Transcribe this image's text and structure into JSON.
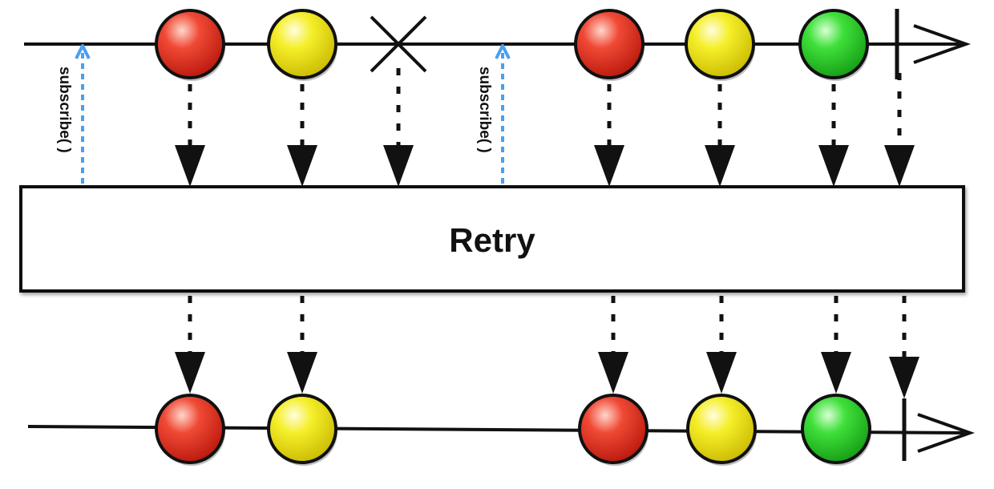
{
  "operator": {
    "label": "Retry"
  },
  "subscribe_label": "subscribe( )",
  "colors": {
    "red": "#e8241a",
    "yellow": "#f2ea12",
    "green": "#2ed62a",
    "subscribe_arrow": "#4a9ff0",
    "line": "#111111"
  },
  "source_events": [
    {
      "kind": "subscribe"
    },
    {
      "kind": "item",
      "color": "red"
    },
    {
      "kind": "item",
      "color": "yellow"
    },
    {
      "kind": "error"
    },
    {
      "kind": "subscribe"
    },
    {
      "kind": "item",
      "color": "red"
    },
    {
      "kind": "item",
      "color": "yellow"
    },
    {
      "kind": "item",
      "color": "green"
    },
    {
      "kind": "complete"
    }
  ],
  "result_events": [
    {
      "kind": "item",
      "color": "red"
    },
    {
      "kind": "item",
      "color": "yellow"
    },
    {
      "kind": "item",
      "color": "red"
    },
    {
      "kind": "item",
      "color": "yellow"
    },
    {
      "kind": "item",
      "color": "green"
    },
    {
      "kind": "complete"
    }
  ]
}
